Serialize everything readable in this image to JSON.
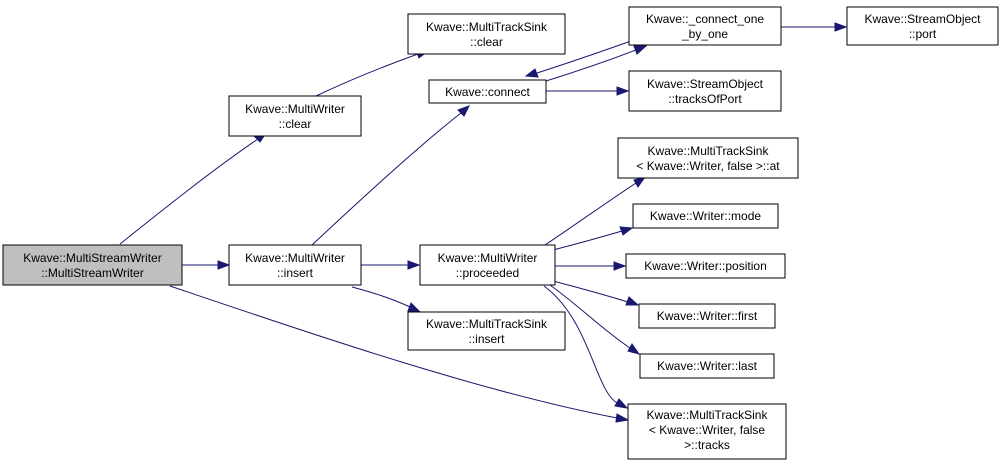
{
  "graph": {
    "edge_color": "#191970",
    "root_fill": "#bfbfbf",
    "nodes": {
      "msw_ctor": {
        "lines": [
          "Kwave::MultiStreamWriter",
          "::MultiStreamWriter"
        ]
      },
      "mw_clear": {
        "lines": [
          "Kwave::MultiWriter",
          "::clear"
        ]
      },
      "mw_insert": {
        "lines": [
          "Kwave::MultiWriter",
          "::insert"
        ]
      },
      "mts_clear": {
        "lines": [
          "Kwave::MultiTrackSink",
          "::clear"
        ]
      },
      "connect": {
        "lines": [
          "Kwave::connect"
        ]
      },
      "connect_one": {
        "lines": [
          "Kwave::_connect_one",
          "_by_one"
        ]
      },
      "so_port": {
        "lines": [
          "Kwave::StreamObject",
          "::port"
        ]
      },
      "so_tracks": {
        "lines": [
          "Kwave::StreamObject",
          "::tracksOfPort"
        ]
      },
      "mw_proceeded": {
        "lines": [
          "Kwave::MultiWriter",
          "::proceeded"
        ]
      },
      "mts_at": {
        "lines": [
          "Kwave::MultiTrackSink",
          "< Kwave::Writer, false >::at"
        ]
      },
      "w_mode": {
        "lines": [
          "Kwave::Writer::mode"
        ]
      },
      "w_position": {
        "lines": [
          "Kwave::Writer::position"
        ]
      },
      "w_first": {
        "lines": [
          "Kwave::Writer::first"
        ]
      },
      "w_last": {
        "lines": [
          "Kwave::Writer::last"
        ]
      },
      "mts_insert": {
        "lines": [
          "Kwave::MultiTrackSink",
          "::insert"
        ]
      },
      "mts_tracks": {
        "lines": [
          "Kwave::MultiTrackSink",
          "< Kwave::Writer, false",
          ">::tracks"
        ]
      }
    }
  }
}
